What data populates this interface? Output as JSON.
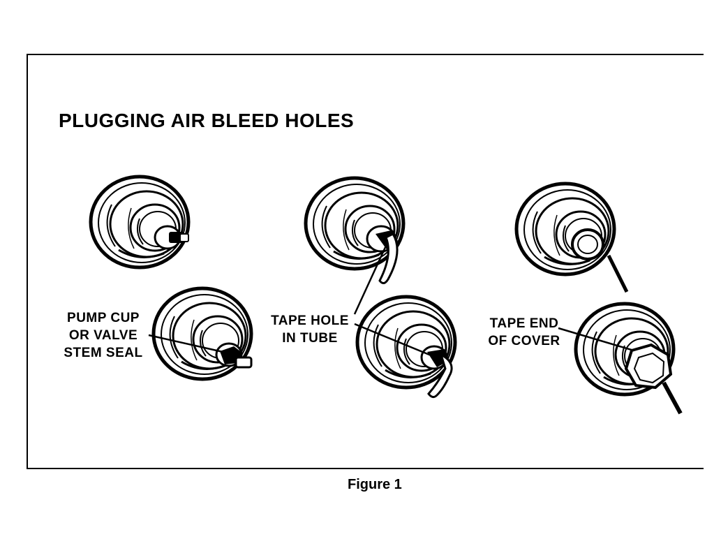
{
  "diagram": {
    "title": "PLUGGING AIR BLEED HOLES",
    "labels": {
      "pump_cup": [
        "PUMP CUP",
        "OR VALVE",
        "STEM SEAL"
      ],
      "tape_hole": [
        "TAPE HOLE",
        "IN TUBE"
      ],
      "tape_end": [
        "TAPE END",
        "OF COVER"
      ]
    },
    "caption": "Figure 1"
  }
}
